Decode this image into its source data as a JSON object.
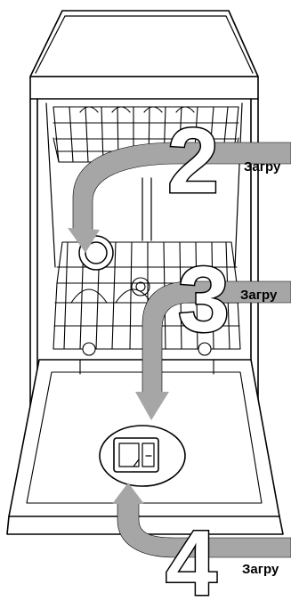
{
  "steps": [
    {
      "number": "2",
      "label": "Загру"
    },
    {
      "number": "3",
      "label": "Загру"
    },
    {
      "number": "4",
      "label": "Загру"
    }
  ],
  "colors": {
    "callout_gray": "#a6a6a6",
    "line": "#000000",
    "background": "#ffffff"
  },
  "icons": [
    "dishwasher-illustration",
    "detergent-dispenser-icon",
    "arrow-icon"
  ]
}
